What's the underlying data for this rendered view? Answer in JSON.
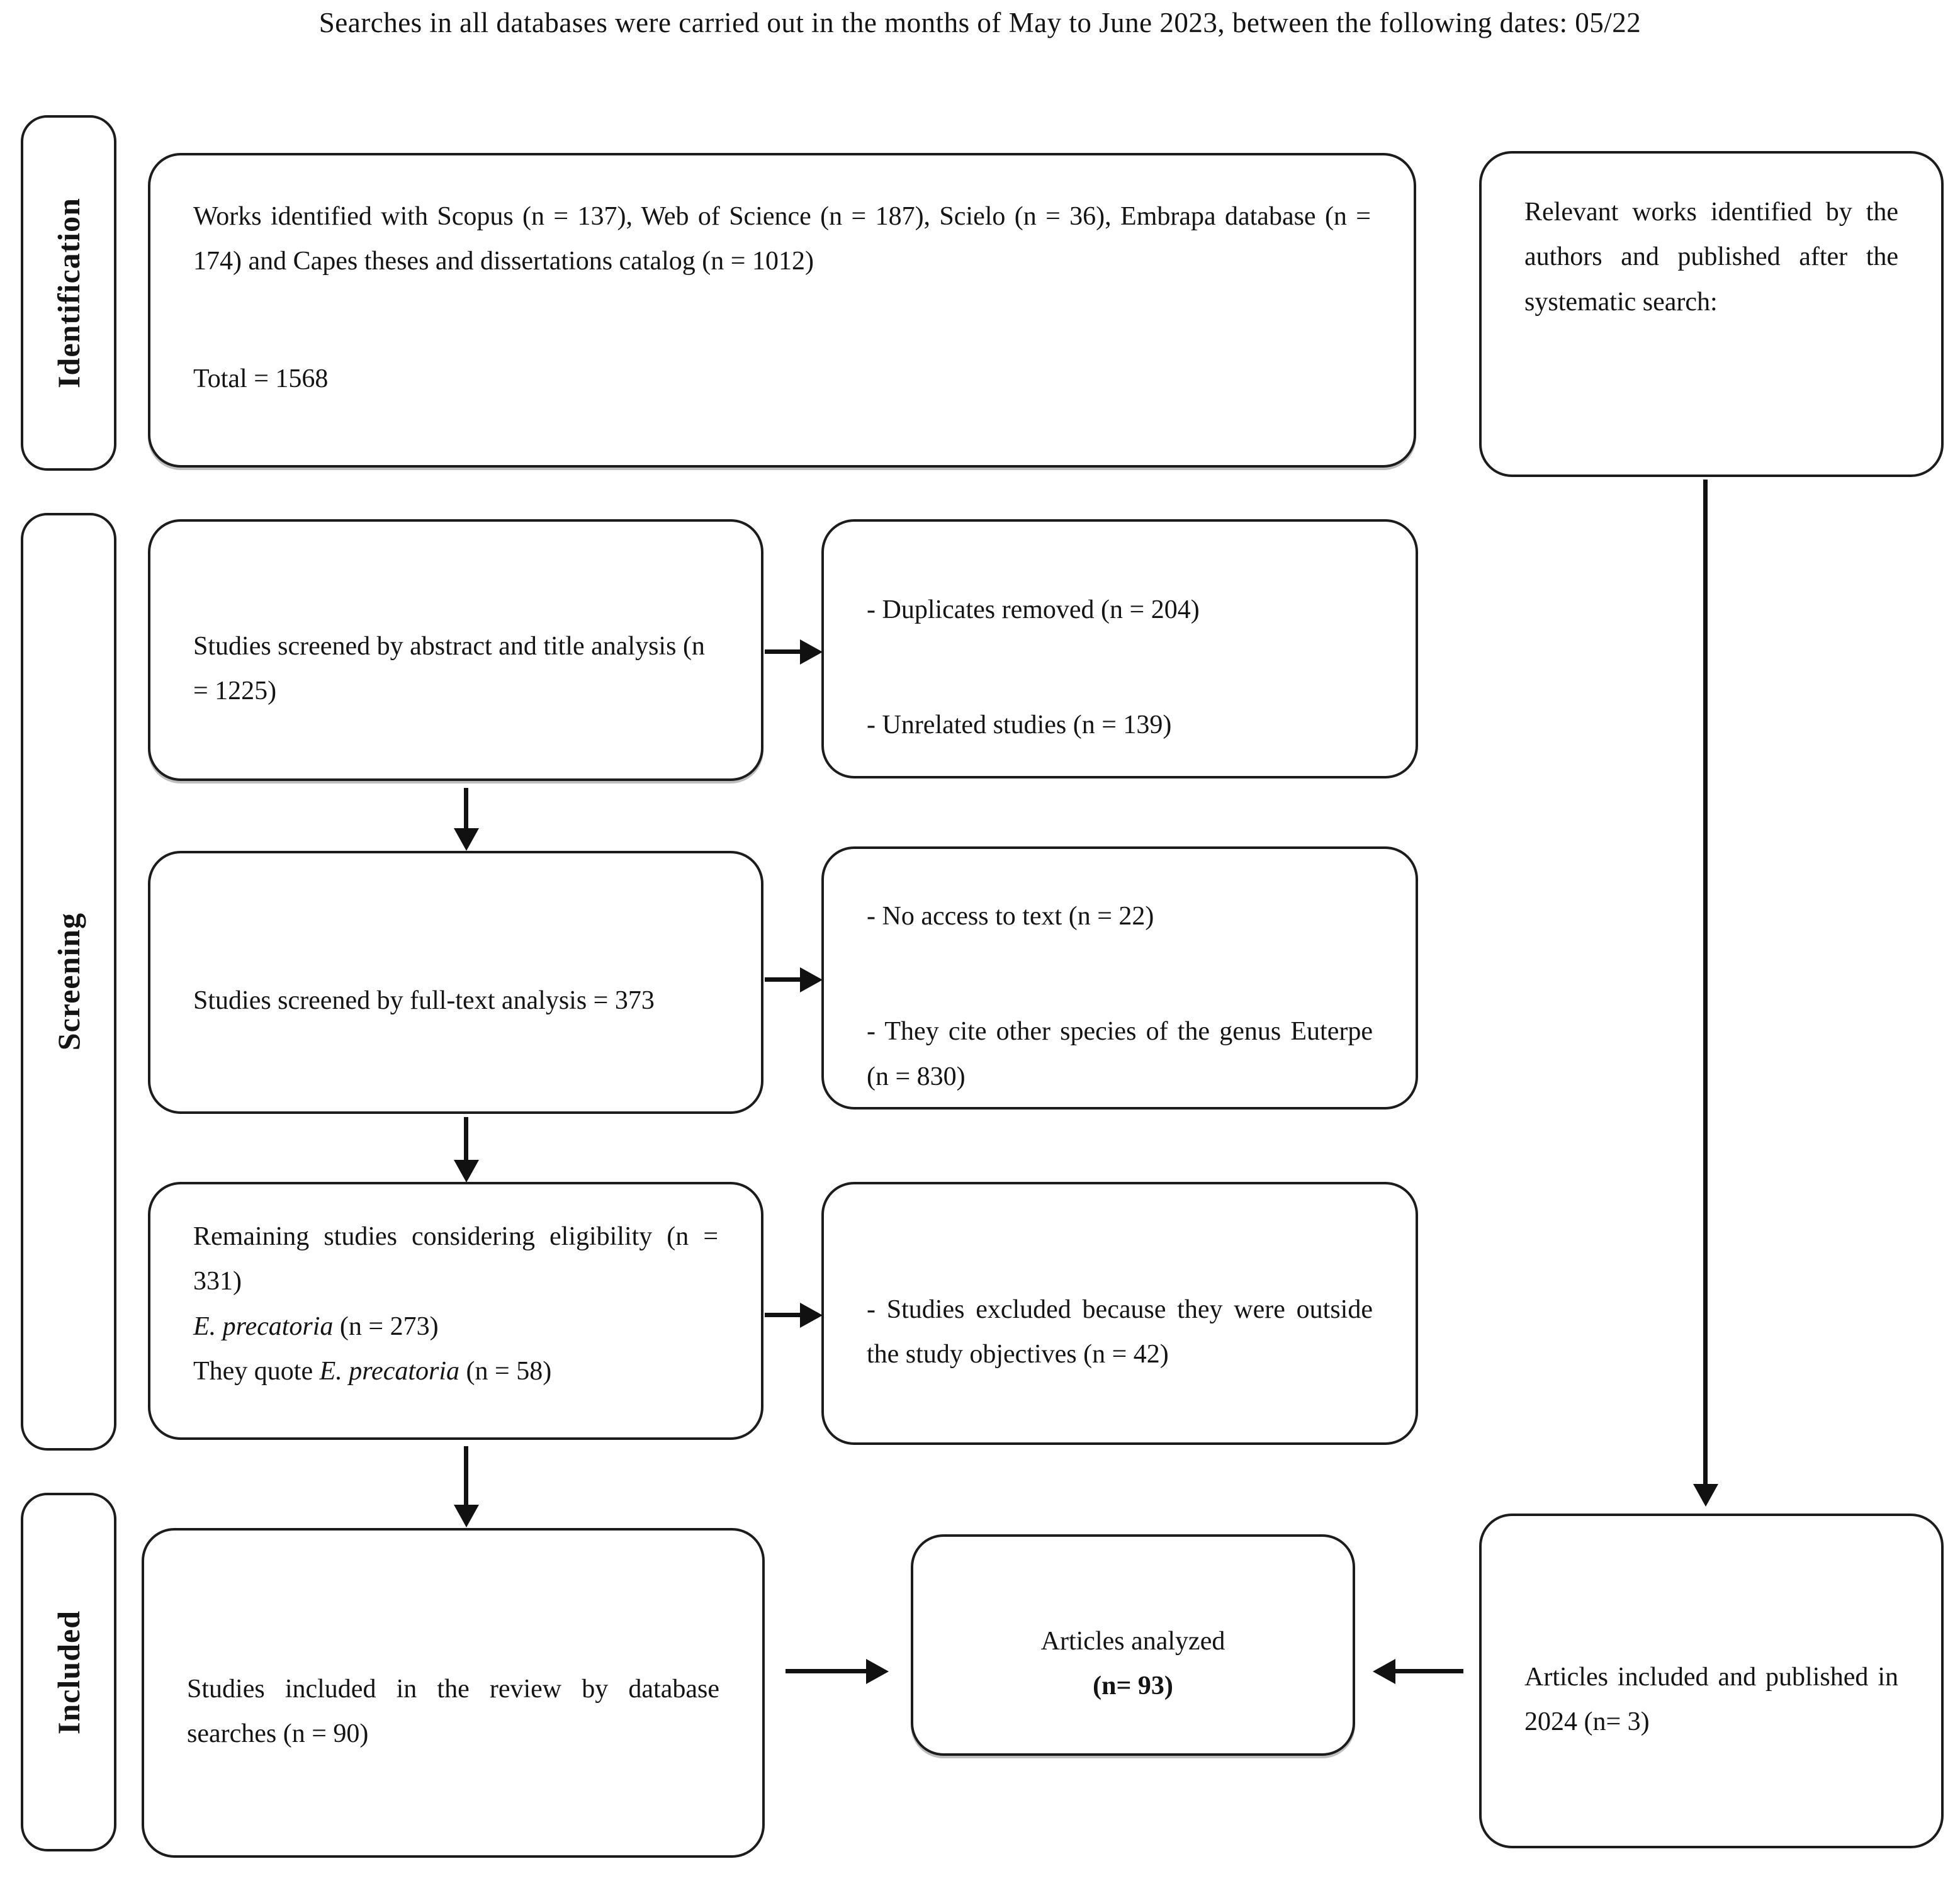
{
  "caption": "Searches in all databases were carried out in the months of May to June 2023, between the following dates: 05/22",
  "sidebar": {
    "identification": "Identification",
    "screening": "Screening",
    "included": "Included"
  },
  "flow": {
    "identified": {
      "body": "Works identified with Scopus (n = 137), Web of Science (n = 187), Scielo (n = 36), Embrapa database (n = 174) and Capes theses and dissertations catalog (n = 1012)",
      "total": "Total = 1568"
    },
    "relevant": {
      "body": "Relevant works identified by the authors and published after the systematic search:"
    },
    "screened_abstract": {
      "body": "Studies screened by abstract and title analysis (n = 1225)"
    },
    "abstract_exclusions": {
      "items": [
        "- Duplicates removed (n = 204)",
        "- Unrelated studies (n = 139)"
      ]
    },
    "screened_fulltext": {
      "body": "Studies screened by full-text analysis = 373"
    },
    "fulltext_exclusions": {
      "items": [
        "- No access to text (n = 22)",
        "- They cite other species of the genus Euterpe (n = 830)"
      ]
    },
    "eligibility": {
      "line1": "Remaining studies considering eligibility (n =  331)",
      "line2_species": "E. precatoria",
      "line2_count": " (n = 273)",
      "line3_prefix": "They quote ",
      "line3_species": "E. precatoria",
      "line3_count": " (n = 58)"
    },
    "objective_exclusions": {
      "body": "- Studies excluded because they were outside the study objectives (n = 42)"
    },
    "included_review": {
      "body": "Studies included in the review by database searches (n = 90)"
    },
    "analyzed": {
      "title": "Articles analyzed",
      "count": "(n= 93)"
    },
    "published_2024": {
      "body": "Articles included and published in 2024 (n= 3)"
    }
  }
}
